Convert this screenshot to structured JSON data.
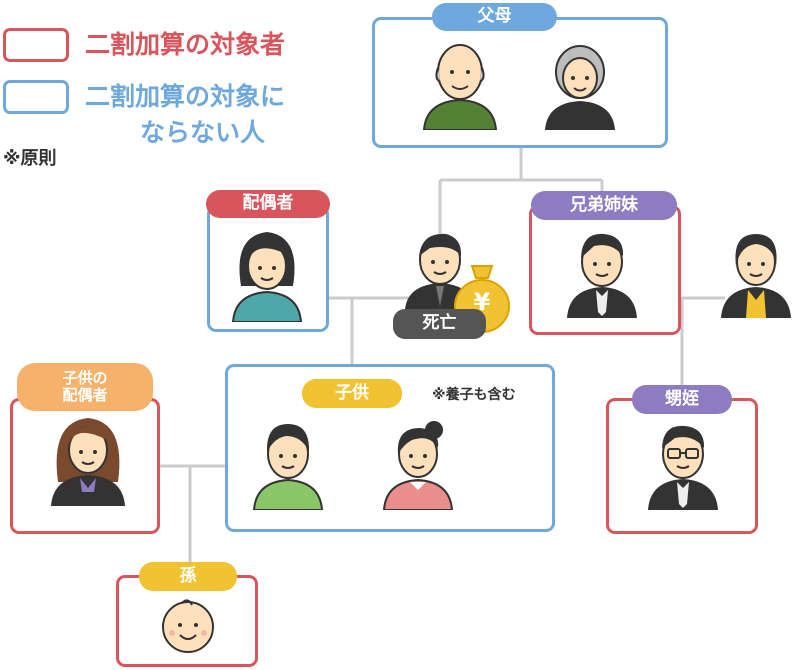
{
  "legend": {
    "red_label": "二割加算の対象者",
    "blue_label_line1": "二割加算の対象に",
    "blue_label_line2": "ならない人",
    "note": "※原則"
  },
  "nodes": {
    "parents": "父母",
    "spouse": "配偶者",
    "deceased": "死亡",
    "siblings": "兄弟姉妹",
    "child_spouse_line1": "子供の",
    "child_spouse_line2": "配偶者",
    "children": "子供",
    "adopted_note": "※養子も含む",
    "nephew_niece": "甥姪",
    "grandchild": "孫"
  },
  "money_symbol": "¥",
  "colors": {
    "red": "#d9555c",
    "blue": "#6fa8dc",
    "yellow": "#f1c232",
    "purple": "#8e7cc3",
    "orange": "#f6b26b",
    "dark": "#555555"
  }
}
